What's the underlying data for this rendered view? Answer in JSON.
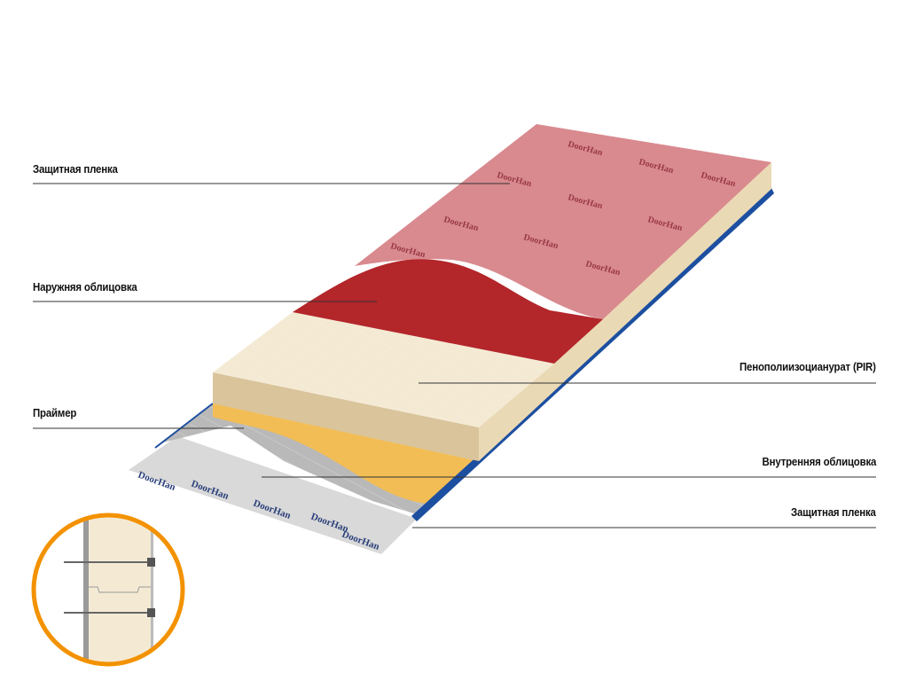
{
  "labels": {
    "protective_film_top": "Защитная пленка",
    "outer_facing": "Наружняя облицовка",
    "primer": "Праймер",
    "pir_foam": "Пенополиизоцианурат (PIR)",
    "inner_facing": "Внутренняя облицовка",
    "protective_film_bottom": "Защитная пленка"
  },
  "film_brand": "DoorHan",
  "colors": {
    "film_top": "#d98a8f",
    "outer_facing": "#b3262a",
    "foam": "#f4ead4",
    "primer": "#f2bd55",
    "inner_metal": "#bdbdbd",
    "edge_blue": "#1d4fa0",
    "inset_ring": "#f39200"
  }
}
